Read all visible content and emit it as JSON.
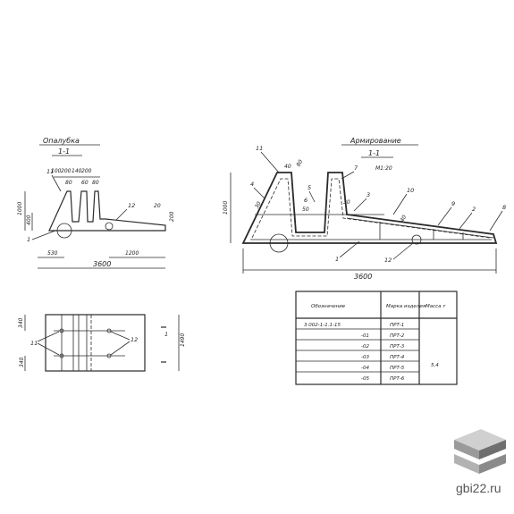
{
  "left_view": {
    "title": "Опалубка",
    "section": "1-1",
    "dims": [
      "100",
      "200",
      "140",
      "200",
      "80",
      "60",
      "80"
    ],
    "height": "1000",
    "base_h": "400",
    "left_offset": "530",
    "right_offset": "1200",
    "total_width": "3600",
    "end_h": "200",
    "end_w": "20",
    "labels": [
      "11",
      "12",
      "1"
    ]
  },
  "right_view": {
    "title": "Армирование",
    "section": "1-1",
    "scale": "М1:20",
    "height": "1000",
    "total_width": "3600",
    "labels": [
      "11",
      "4",
      "5",
      "6",
      "7",
      "3",
      "10",
      "9",
      "2",
      "8",
      "1",
      "12"
    ],
    "top_dims": [
      "40",
      "80"
    ],
    "inner_dims": [
      "30",
      "30",
      "50",
      "40"
    ]
  },
  "plan_view": {
    "dim_top": "340",
    "dim_bottom": "340",
    "dim_right": "1490",
    "labels": [
      "11",
      "12"
    ],
    "marks": [
      "1"
    ]
  },
  "spec_table": {
    "headers": [
      "Обозначение",
      "Марка изделия",
      "Масса т"
    ],
    "rows": [
      {
        "designation": "3.002-1-1.1-15",
        "mark": "ПРТ-1"
      },
      {
        "designation": "-01",
        "mark": "ПРТ-2"
      },
      {
        "designation": "-02",
        "mark": "ПРТ-3"
      },
      {
        "designation": "-03",
        "mark": "ПРТ-4"
      },
      {
        "designation": "-04",
        "mark": "ПРТ-5"
      },
      {
        "designation": "-05",
        "mark": "ПРТ-6"
      }
    ],
    "mass": "5,4"
  },
  "watermark": {
    "text": "gbi22.ru",
    "colors": [
      "#d0d0d0",
      "#9a9a9a",
      "#6f6f6f"
    ]
  }
}
